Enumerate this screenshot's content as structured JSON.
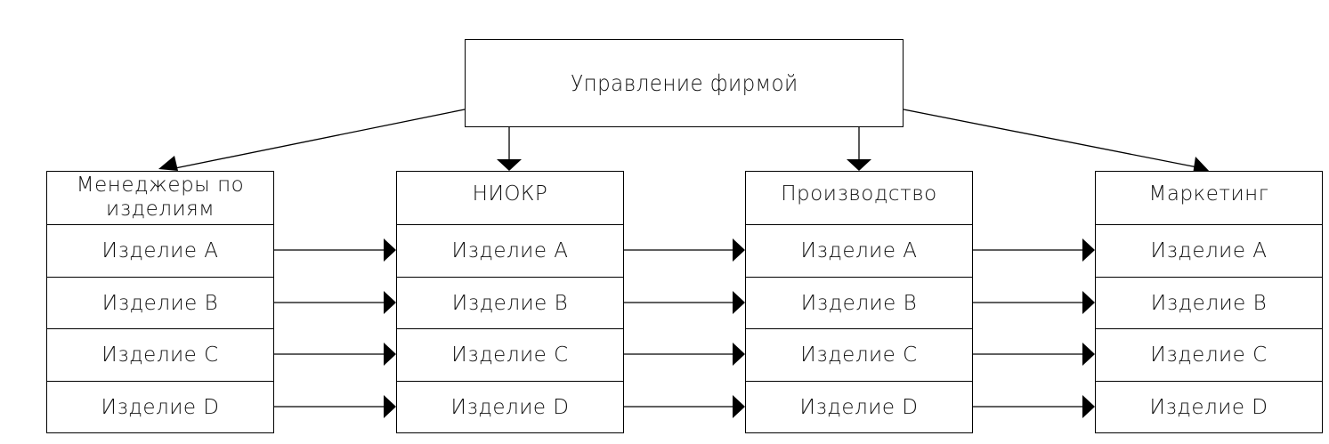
{
  "root": {
    "label": "Управление фирмой"
  },
  "columns": [
    {
      "header": "Менеджеры по изделиям",
      "items": [
        "Изделие А",
        "Изделие В",
        "Изделие С",
        "Изделие D"
      ]
    },
    {
      "header": "НИОКР",
      "items": [
        "Изделие А",
        "Изделие В",
        "Изделие С",
        "Изделие D"
      ]
    },
    {
      "header": "Производство",
      "items": [
        "Изделие А",
        "Изделие В",
        "Изделие С",
        "Изделие D"
      ]
    },
    {
      "header": "Маркетинг",
      "items": [
        "Изделие А",
        "Изделие В",
        "Изделие С",
        "Изделие D"
      ]
    }
  ]
}
